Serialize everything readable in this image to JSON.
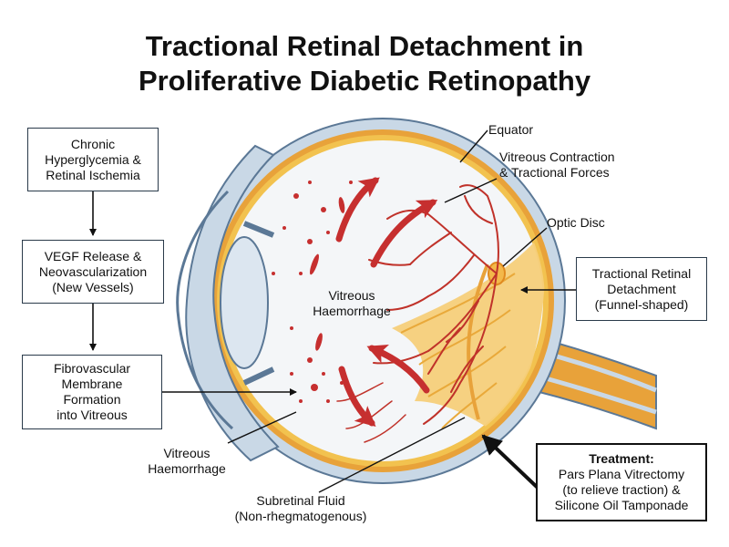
{
  "title": {
    "line1": "Tractional Retinal Detachment in",
    "line2": "Proliferative Diabetic Retinopathy"
  },
  "flow": [
    {
      "lines": [
        "Chronic",
        "Hyperglycemia &",
        "Retinal Ischemia"
      ]
    },
    {
      "lines": [
        "VEGF Release &",
        "Neovascularization",
        "(New Vessels)"
      ]
    },
    {
      "lines": [
        "Fibrovascular",
        "Membrane",
        "Formation",
        "into Vitreous"
      ]
    }
  ],
  "labels": {
    "equator": "Equator",
    "vitreous_contraction": [
      "Vitreous Contraction",
      "& Tractional Forces"
    ],
    "optic_disc": "Optic Disc",
    "vitreous_haemorrhage_center": [
      "Vitreous",
      "Haemorrhage"
    ],
    "vitreous_haemorrhage_lower": [
      "Vitreous",
      "Haemorrhage"
    ],
    "subretinal_fluid": [
      "Subretinal Fluid",
      "(Non-rhegmatogenous)"
    ]
  },
  "trd_box": {
    "lines": [
      "Tractional Retinal",
      "Detachment",
      "(Funnel-shaped)"
    ]
  },
  "treatment": {
    "heading": "Treatment:",
    "lines": [
      "Pars Plana Vitrectomy",
      "(to relieve traction) &",
      "Silicone Oil Tamponade"
    ]
  },
  "colors": {
    "sclera": "#c9d8e6",
    "sclera_edge": "#5b7896",
    "choroid": "#e8a23a",
    "retina": "#f2c24f",
    "vitreous": "#f4f6f8",
    "vessel": "#c0322a",
    "blood": "#c62f2f",
    "membrane": "#f6cf7a"
  }
}
